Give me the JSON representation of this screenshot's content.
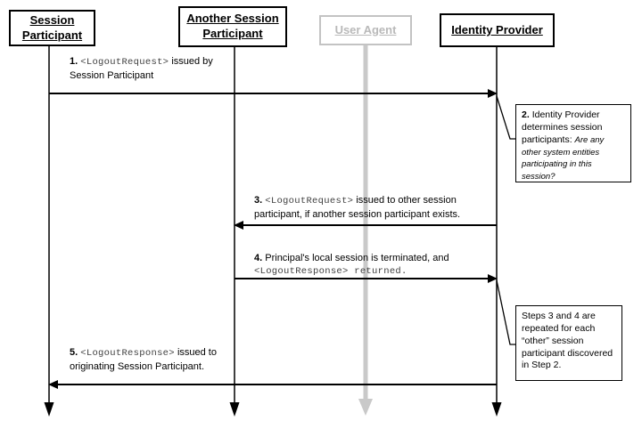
{
  "diagram": {
    "title_semantic": "Single logout sequence diagram",
    "colors": {
      "line": "#000000",
      "inactive_gray": "#c3c3c3",
      "inactive_text": "#b9b9b9",
      "background": "#ffffff"
    }
  },
  "actors": {
    "session_participant": {
      "label": "Session\nParticipant"
    },
    "another_session_participant": {
      "label": "Another Session\nParticipant"
    },
    "user_agent": {
      "label": "User Agent"
    },
    "identity_provider": {
      "label": "Identity Provider"
    }
  },
  "messages": {
    "m1": {
      "num": "1.",
      "code": "<LogoutRequest>",
      "after": "issued by",
      "line2": "Session Participant"
    },
    "m3": {
      "num": "3.",
      "code": "<LogoutRequest>",
      "after": "issued to other session",
      "line2": "participant, if another session participant exists."
    },
    "m4": {
      "num": "4.",
      "after": "Principal's local session is terminated, and",
      "line2_code": "<LogoutResponse> returned."
    },
    "m5": {
      "num": "5.",
      "code": "<LogoutResponse>",
      "after": "issued to",
      "line2": "originating Session Participant."
    }
  },
  "notes": {
    "note2": {
      "num": "2.",
      "text": "Identity Provider determines session participants:",
      "italic": "Are any other system entities participating in this session?"
    },
    "note34": {
      "text": "Steps 3 and 4 are repeated for each “other” session participant discovered in Step 2."
    }
  }
}
